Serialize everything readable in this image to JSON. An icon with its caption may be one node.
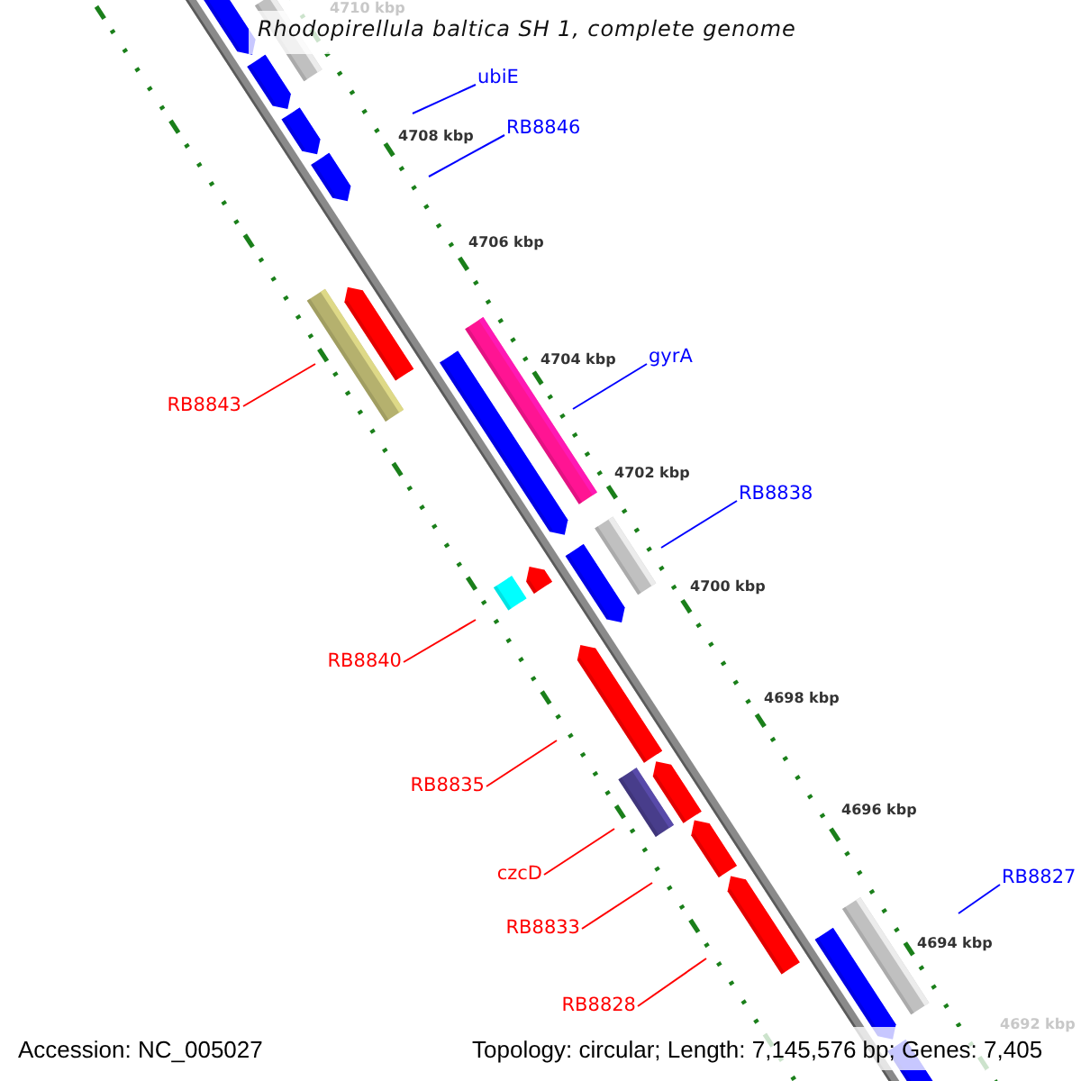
{
  "diagram": {
    "title": "Rhodopirellula baltica SH 1, complete genome",
    "nodes": [
      {
        "text": [
          "ubiE"
        ]
      },
      {
        "text": [
          "RB8846"
        ]
      },
      {
        "text": [
          "gyrA"
        ]
      },
      {
        "text": [
          "RB8843"
        ]
      },
      {
        "text": [
          "RB8838"
        ]
      },
      {
        "text": [
          "RB8840"
        ]
      },
      {
        "text": [
          "RB8835"
        ]
      },
      {
        "text": [
          "czcD"
        ]
      },
      {
        "text": [
          "RB8827"
        ]
      },
      {
        "text": [
          "RB8833"
        ]
      },
      {
        "text": [
          "RB8828"
        ]
      }
    ],
    "edges": [
      {
        "from": 0,
        "to": null,
        "arrow": "none",
        "color": "#0000ff"
      },
      {
        "from": 1,
        "to": null,
        "arrow": "none",
        "color": "#0000ff"
      },
      {
        "from": 2,
        "to": null,
        "arrow": "none",
        "color": "#0000ff"
      },
      {
        "from": 3,
        "to": null,
        "arrow": "none"
      },
      {
        "from": 4,
        "to": null,
        "arrow": "none",
        "color": "#0000ff"
      },
      {
        "from": 5,
        "to": null,
        "arrow": "none"
      },
      {
        "from": 6,
        "to": null,
        "arrow": "none"
      },
      {
        "from": 7,
        "to": null,
        "arrow": "none"
      },
      {
        "from": 8,
        "to": null,
        "arrow": "none",
        "color": "#0000ff"
      },
      {
        "from": 9,
        "to": null,
        "arrow": "none"
      },
      {
        "from": 10,
        "to": null,
        "arrow": "none"
      }
    ],
    "labels": [
      "4710 kbp",
      "4708 kbp",
      "4706 kbp",
      "4704 kbp",
      "4702 kbp",
      "4700 kbp",
      "4698 kbp",
      "4696 kbp",
      "4694 kbp",
      "4692 kbp",
      "Accession: NC_005027",
      "Topology: circular; Length: 7,145,576 bp; Genes: 7,405"
    ]
  }
}
